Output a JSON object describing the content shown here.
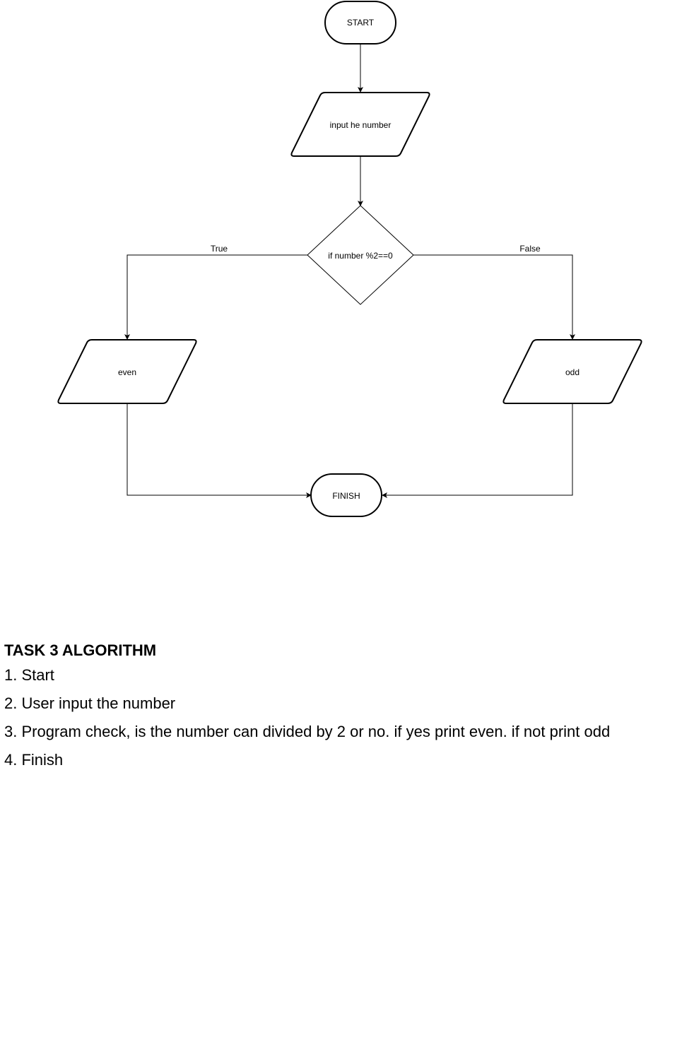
{
  "flowchart": {
    "nodes": {
      "start": "START",
      "input": "input he number",
      "decision": "if number %2==0",
      "even": "even",
      "odd": "odd",
      "finish": "FINISH"
    },
    "edges": {
      "true_label": "True",
      "false_label": "False"
    }
  },
  "algorithm": {
    "title": "TASK 3 ALGORITHM",
    "steps": [
      "1. Start",
      "2. User input the number",
      "3. Program check, is the number can divided by 2 or no. if yes print even. if not print odd",
      "4. Finish"
    ]
  }
}
